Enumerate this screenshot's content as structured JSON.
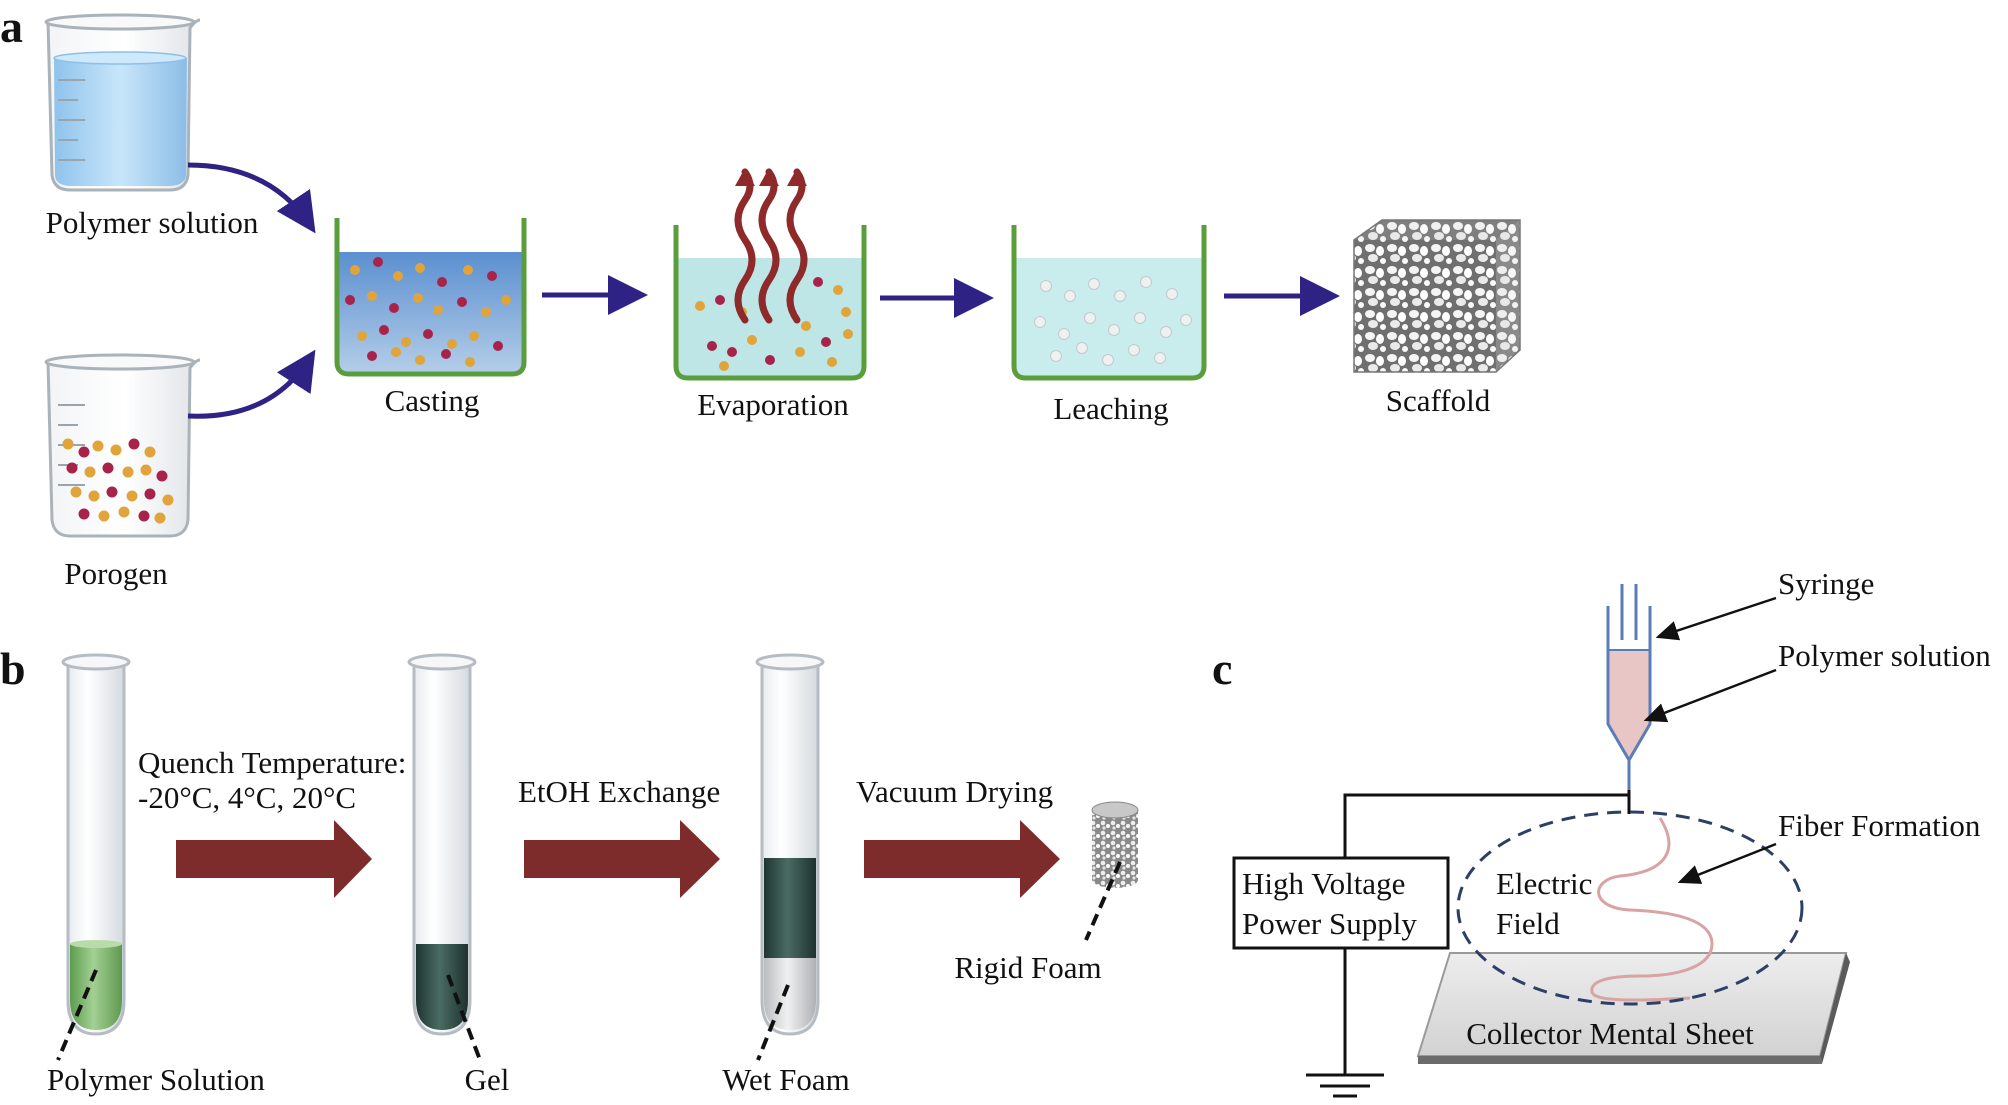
{
  "panels": {
    "a": {
      "letter": "a",
      "labels": {
        "polymer_solution": "Polymer solution",
        "porogen": "Porogen",
        "casting": "Casting",
        "evaporation": "Evaporation",
        "leaching": "Leaching",
        "scaffold": "Scaffold"
      }
    },
    "b": {
      "letter": "b",
      "labels": {
        "quench_line1": "Quench Temperature:",
        "quench_line2": "-20°C, 4°C, 20°C",
        "etoh": "EtOH Exchange",
        "vacuum": "Vacuum Drying",
        "rigid_foam": "Rigid Foam",
        "polymer_solution": "Polymer Solution",
        "gel": "Gel",
        "wet_foam": "Wet Foam"
      }
    },
    "c": {
      "letter": "c",
      "labels": {
        "syringe": "Syringe",
        "polymer_solution": "Polymer solution",
        "fiber_formation": "Fiber Formation",
        "hv_line1": "High Voltage",
        "hv_line2": "Power  Supply",
        "field_line1": "Electric",
        "field_line2": "Field",
        "collector": "Collector Mental Sheet"
      }
    }
  },
  "colors": {
    "process_arrow": "#2e2384",
    "block_arrow": "#7d2b2b",
    "vapor": "#8f2a2a",
    "basin_border": "#5a9e3c",
    "casting_liquid": "#86a8d8",
    "evap_liquid": "#bfe6e6",
    "leach_liquid": "#c9ecec",
    "beaker_liquid": "#a9d4f3",
    "gel": "#2f4a44",
    "polymer_tube": "#7fba6a",
    "syringe_fill": "#e8c6c6",
    "syringe_stroke": "#5b7cb8",
    "field_ellipse": "#2c3f66",
    "fiber": "#d9a3a3",
    "collector": "#e2e2e2"
  }
}
